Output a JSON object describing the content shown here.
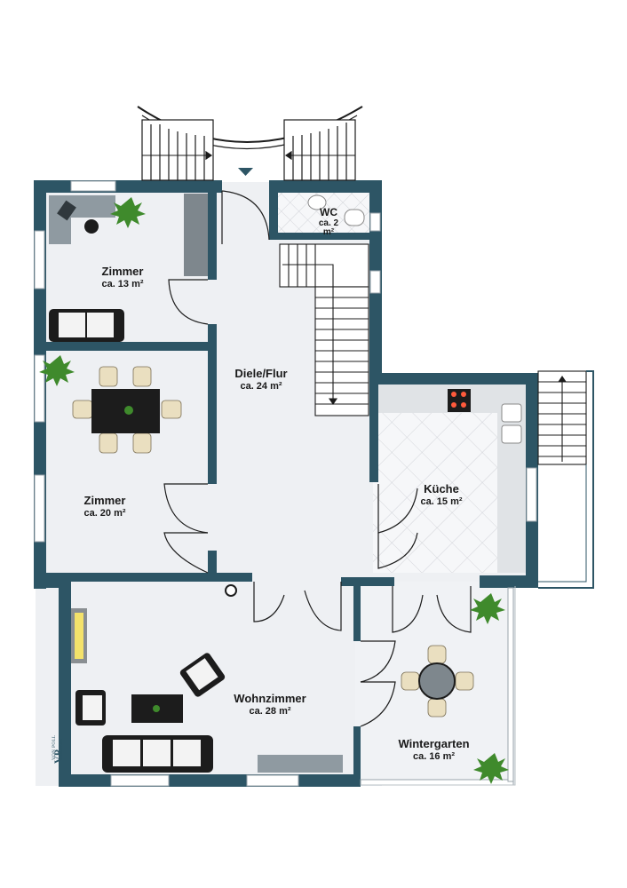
{
  "plan": {
    "colors": {
      "wall": "#2d5565",
      "floor": "#eef0f3",
      "tile": "#e4e6ea",
      "furniture": "#1c1c1c",
      "chair": "#eadfc0",
      "plant": "#3f8a2c"
    },
    "rooms": {
      "zimmer_top": {
        "name": "Zimmer",
        "area": "ca. 13 m²"
      },
      "zimmer_mid": {
        "name": "Zimmer",
        "area": "ca. 20 m²"
      },
      "diele": {
        "name": "Diele/Flur",
        "area": "ca. 24 m²"
      },
      "wc": {
        "name": "WC",
        "area_line1": "ca. 2",
        "area_line2": "m²"
      },
      "kueche": {
        "name": "Küche",
        "area": "ca. 15 m²"
      },
      "wohnzimmer": {
        "name": "Wohnzimmer",
        "area": "ca. 28 m²"
      },
      "wintergarten": {
        "name": "Wintergarten",
        "area": "ca. 16 m²"
      }
    },
    "logo": {
      "mark": "VP",
      "name": "VON POLL",
      "sub": "IMMOBILIEN"
    }
  }
}
